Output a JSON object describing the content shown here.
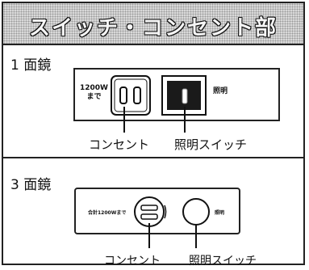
{
  "header": {
    "title": "スイッチ・コンセント部"
  },
  "section1": {
    "label": "1 面鏡",
    "limit_label": "1200W\nまで",
    "switch_label": "照明",
    "outlet_callout": "コンセント",
    "switch_callout": "照明スイッチ"
  },
  "section2": {
    "label": "3 面鏡",
    "total_label": "合計1200Wまで",
    "switch_label": "照明",
    "outlet_callout": "コンセント",
    "switch_callout": "照明スイッチ"
  }
}
